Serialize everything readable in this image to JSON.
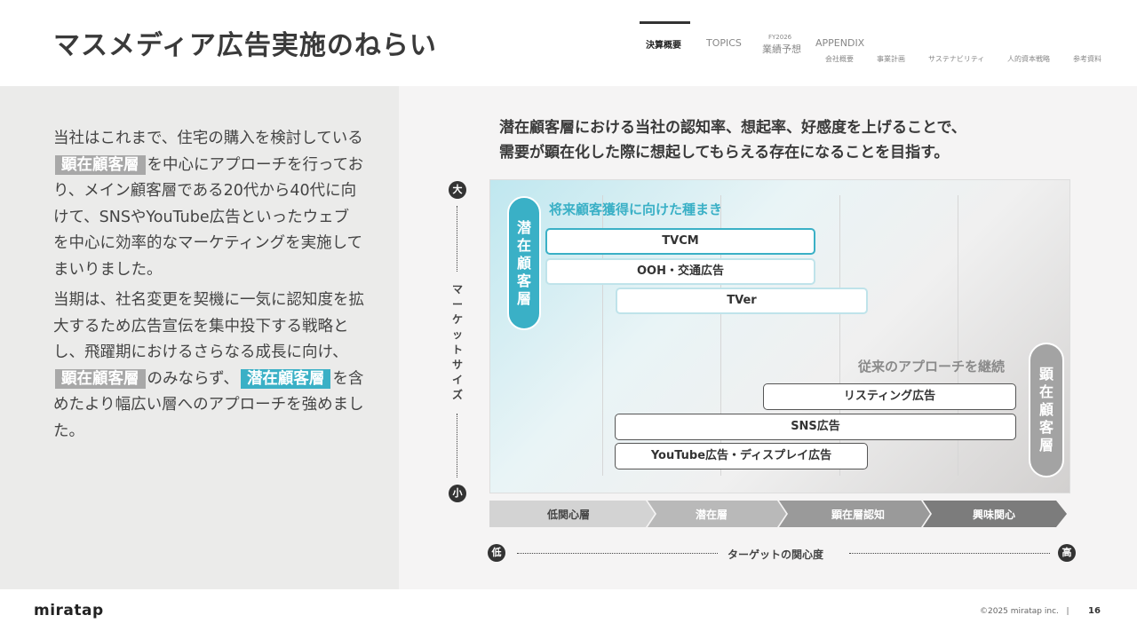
{
  "header": {
    "title": "マスメディア広告実施のねらい",
    "nav": {
      "active": "決算概要",
      "topics": "TOPICS",
      "fy_small": "FY2026",
      "forecast": "業績予想",
      "appendix": "APPENDIX",
      "sub": [
        "会社概要",
        "事業計画",
        "サステナビリティ",
        "人的資本戦略",
        "参考資料"
      ]
    }
  },
  "left": {
    "p1_a": "当社はこれまで、住宅の購入を検討している",
    "p1_tag": "顕在顧客層",
    "p1_b": "を中心にアプローチを行っており、メイン顧客層である20代から40代に向けて、SNSやYouTube広告といったウェブを中心に効率的なマーケティングを実施してまいりました。",
    "p2_a": "当期は、社名変更を契機に一気に認知度を拡大するため広告宣伝を集中投下する戦略とし、飛躍期におけるさらなる成長に向け、",
    "p2_tag1": "顕在顧客層",
    "p2_b": "のみならず、",
    "p2_tag2": "潜在顧客層",
    "p2_c": "を含めたより幅広い層へのアプローチを強めました。"
  },
  "headline": {
    "line1": "潜在顧客層における当社の認知率、想起率、好感度を上げることで、",
    "line2": "需要が顕在化した際に想起してもらえる存在になることを目指す。"
  },
  "diagram": {
    "y_top": "大",
    "y_bottom": "小",
    "y_label": "マーケットサイズ",
    "latent_pill": "潜在顧客層",
    "manifest_pill": "顕在顧客層",
    "future_label": "将来顧客獲得に向けた種まき",
    "continue_label": "従来のアプローチを継続",
    "bars": {
      "tvcm": "TVCM",
      "ooh": "OOH・交通広告",
      "tver": "TVer",
      "listing": "リスティング広告",
      "sns": "SNS広告",
      "youtube": "YouTube広告・ディスプレイ広告"
    },
    "stages": [
      "低関心層",
      "潜在層",
      "顕在層認知",
      "興味関心"
    ],
    "x_low": "低",
    "x_high": "高",
    "x_label": "ターゲットの関心度"
  },
  "footer": {
    "logo": "miratap",
    "copyright": "©2025 miratap inc.",
    "separator": "|",
    "page": "16"
  },
  "colors": {
    "teal": "#3ab0c6",
    "gray_tag": "#a8a8a8",
    "chevrons": [
      "#d3d3d3",
      "#b9b9b9",
      "#9a9a9a",
      "#7c7c7c"
    ]
  }
}
